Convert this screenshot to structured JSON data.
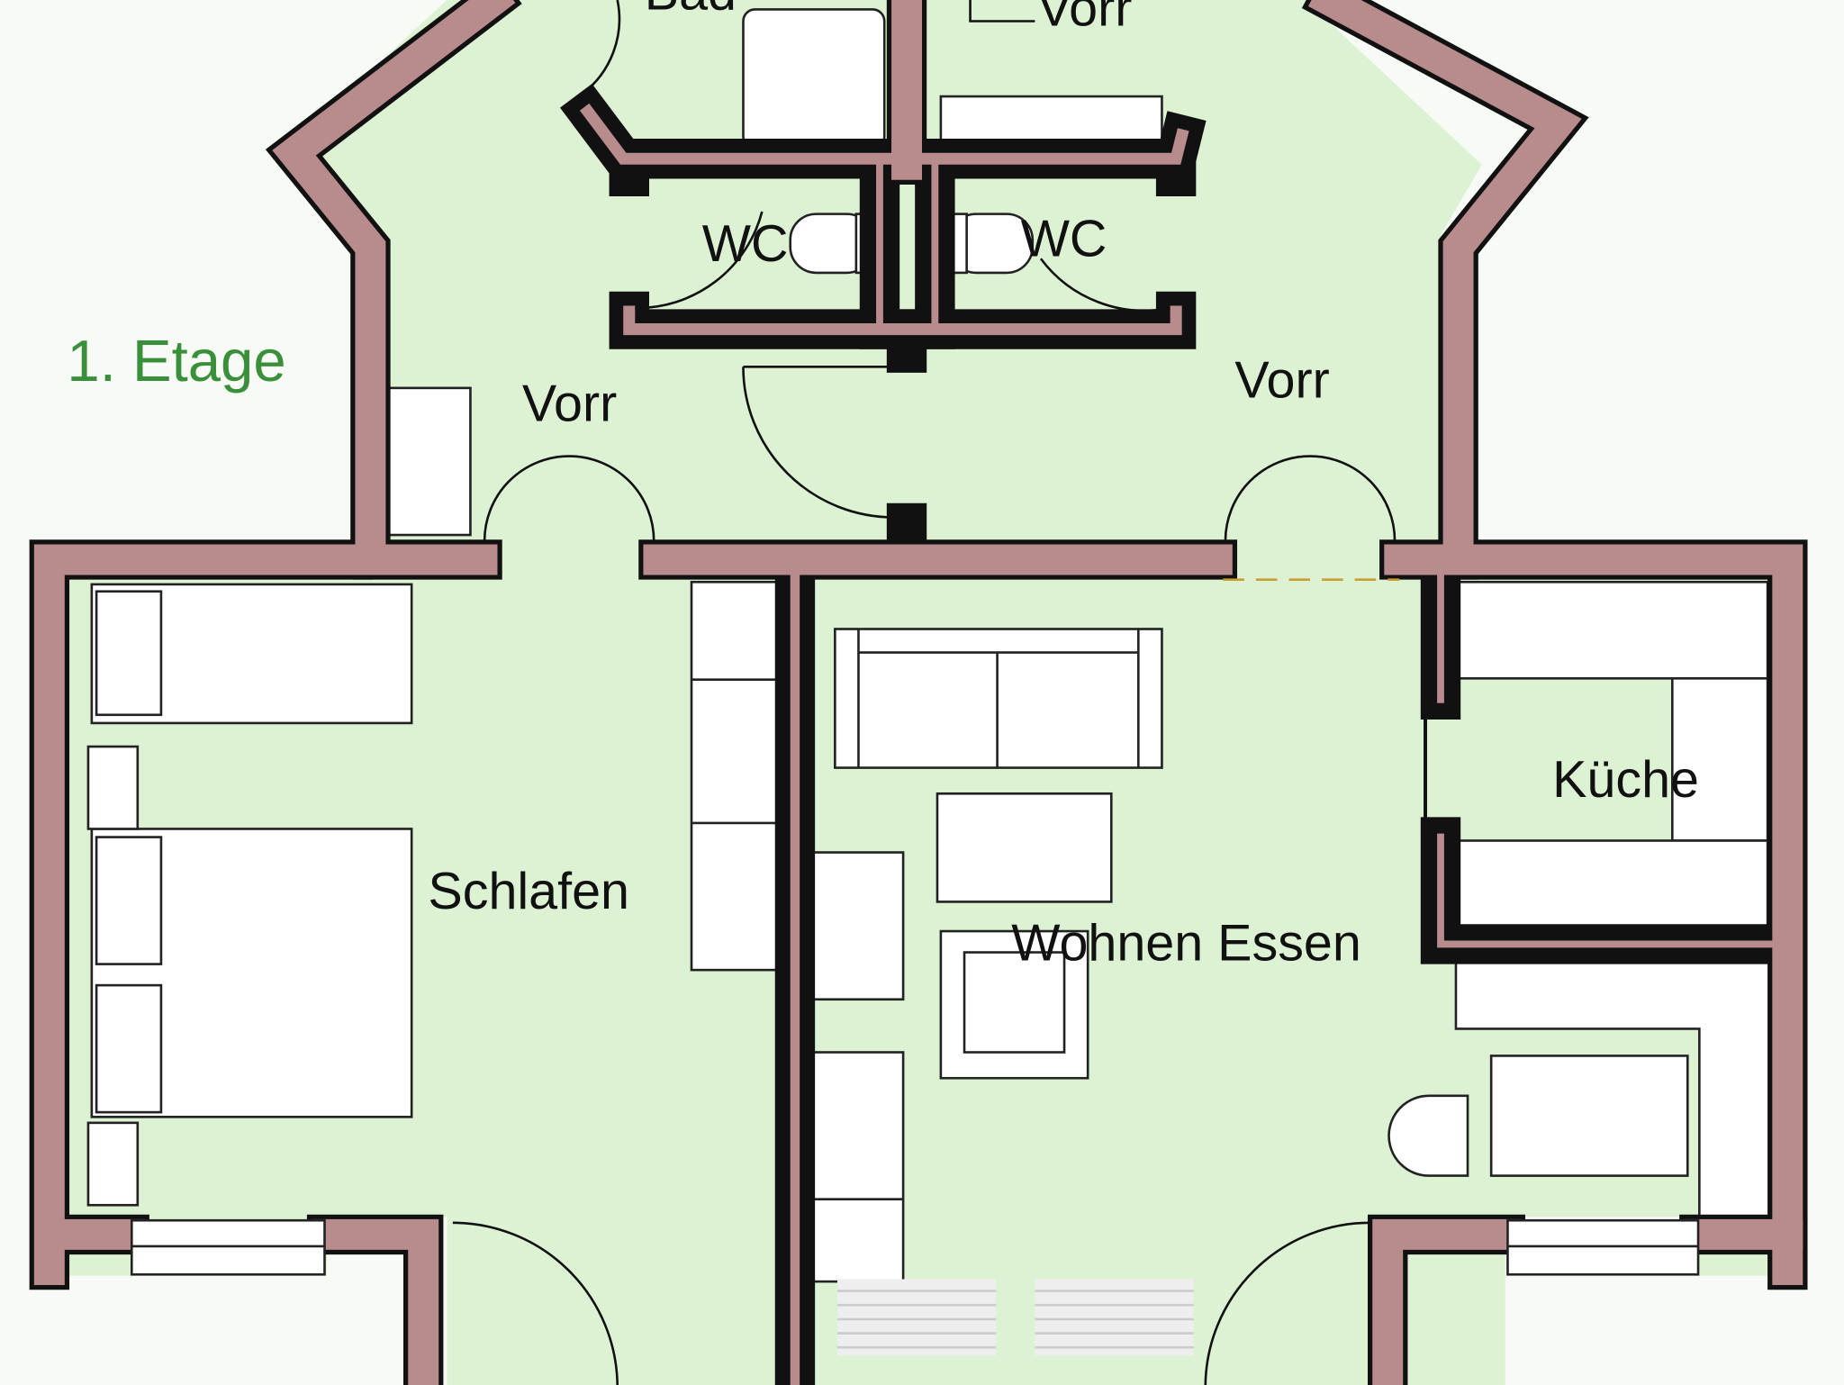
{
  "floor_label": "1. Etage",
  "rooms": {
    "bad": "Bad",
    "vorr_top": "Vorr",
    "wc_left": "WC",
    "wc_right": "WC",
    "vorr_left": "Vorr",
    "vorr_right": "Vorr",
    "schlafen": "Schlafen",
    "wohnen_essen": "Wohnen Essen",
    "kueche": "Küche"
  },
  "colors": {
    "floor": "#dcf2d3",
    "wall": "#b88b8d",
    "label_accent": "#3a8f3a"
  }
}
